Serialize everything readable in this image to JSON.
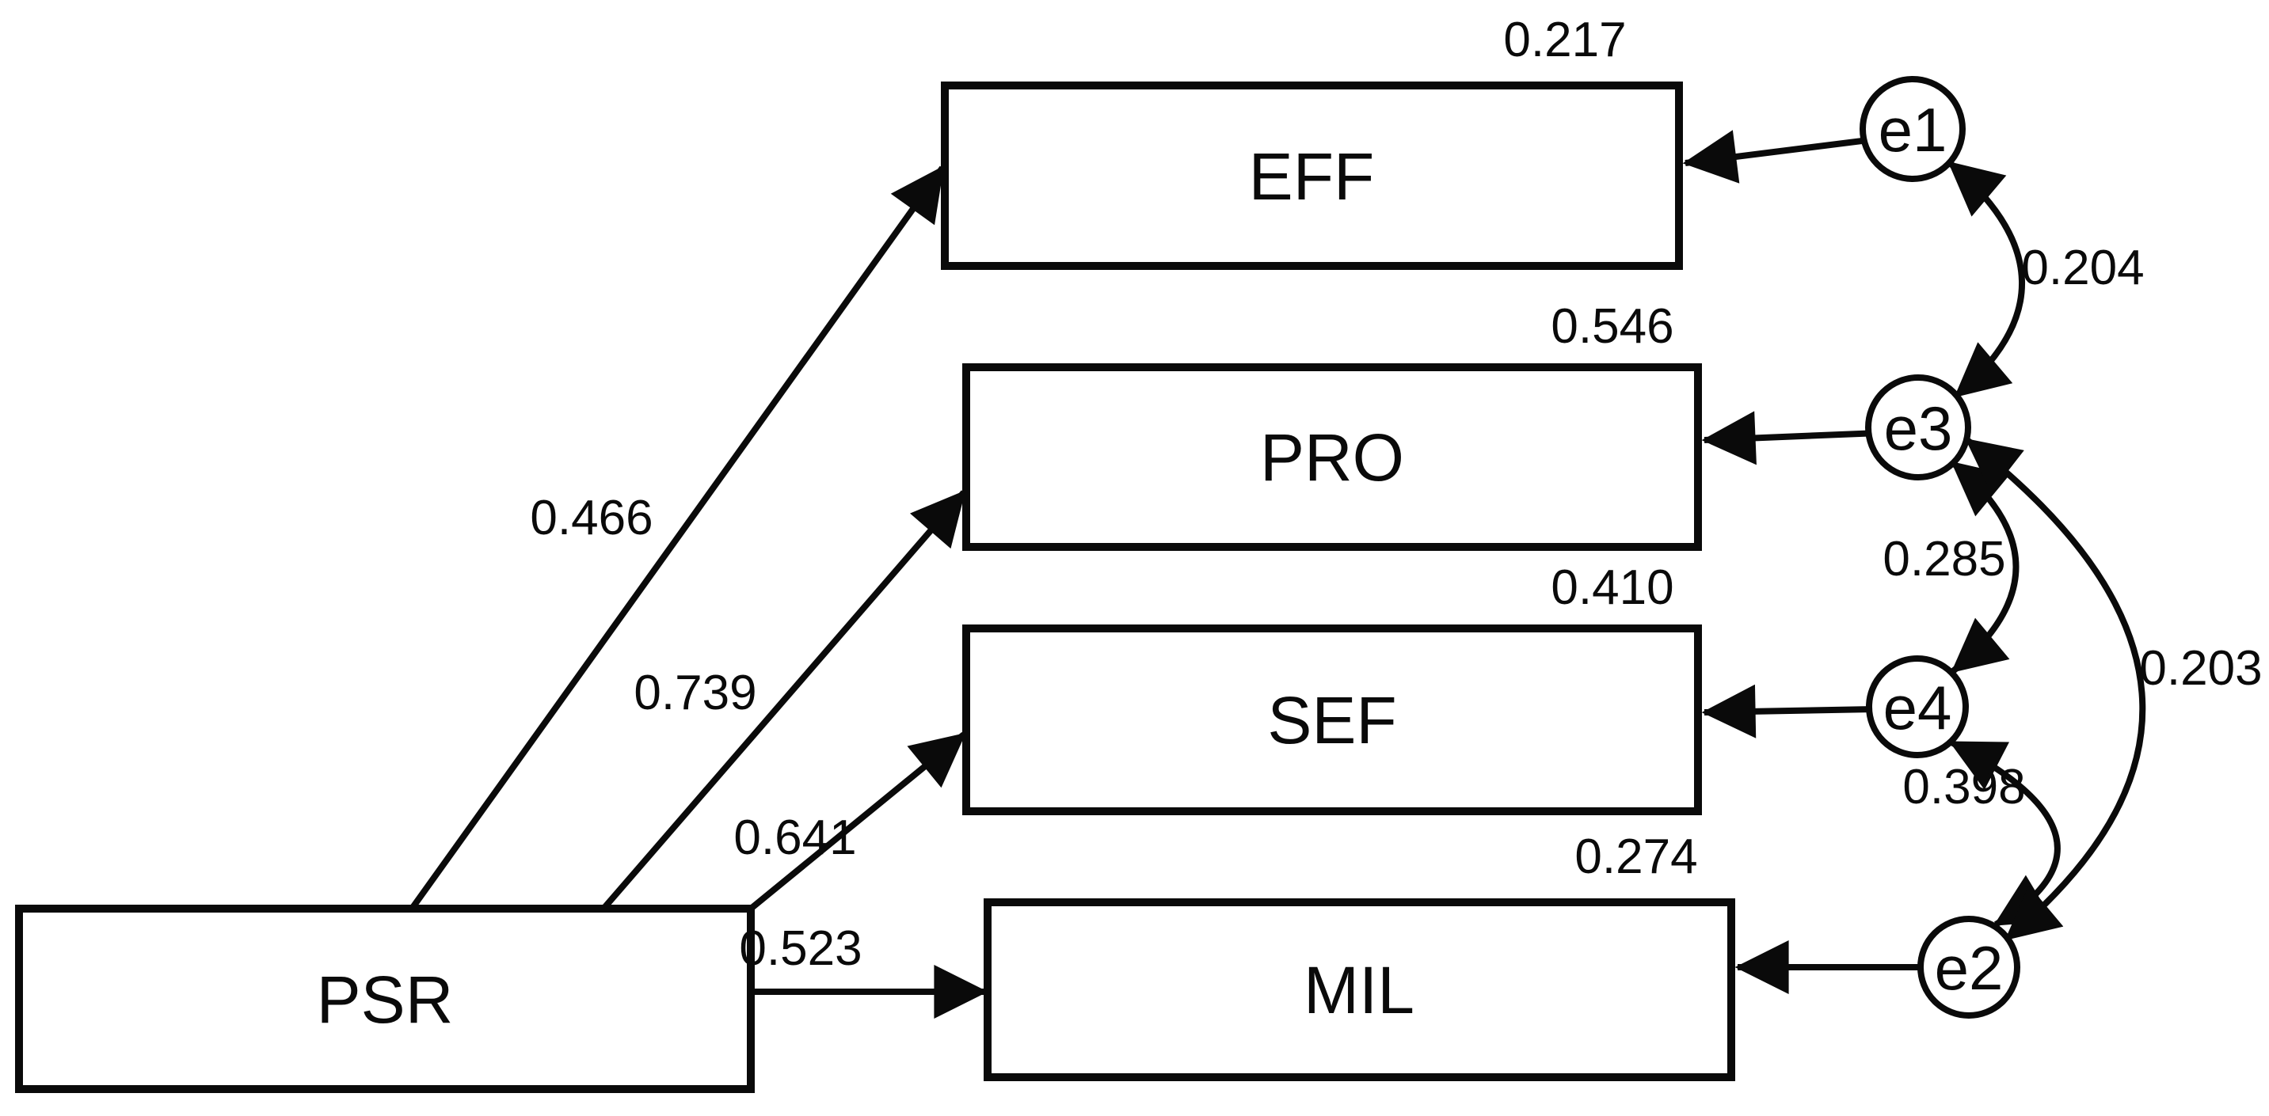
{
  "nodes": {
    "psr": {
      "label": "PSR"
    },
    "eff": {
      "label": "EFF",
      "r2": "0.217"
    },
    "pro": {
      "label": "PRO",
      "r2": "0.546"
    },
    "sef": {
      "label": "SEF",
      "r2": "0.410"
    },
    "mil": {
      "label": "MIL",
      "r2": "0.274"
    },
    "e1": {
      "label": "e1"
    },
    "e2": {
      "label": "e2"
    },
    "e3": {
      "label": "e3"
    },
    "e4": {
      "label": "e4"
    }
  },
  "paths": {
    "psr_to_eff": "0.466",
    "psr_to_pro": "0.739",
    "psr_to_sef": "0.641",
    "psr_to_mil": "0.523"
  },
  "covariances": {
    "e1_e3": "0.204",
    "e3_e4": "0.285",
    "e3_e2": "0.203",
    "e4_e2": "0.398"
  },
  "colors": {
    "ink": "#0a0a0a",
    "background": "#ffffff"
  }
}
